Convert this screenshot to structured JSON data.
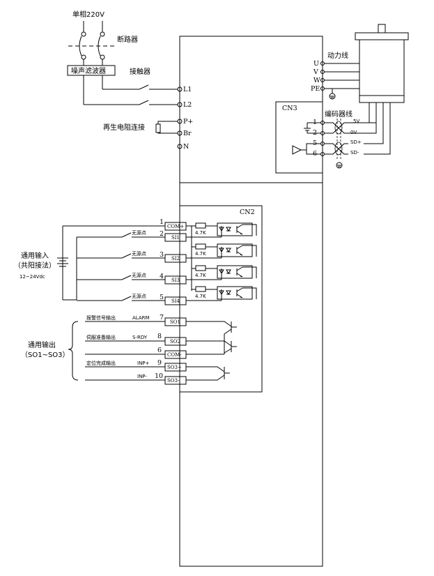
{
  "top": {
    "power_label": "单相220V",
    "breaker_label": "断路器",
    "filter_label": "噪声滤波器",
    "contactor_label": "接触器",
    "regen_label": "再生电阻连接"
  },
  "terminals": [
    "L1",
    "L2",
    "P+",
    "Br",
    "N"
  ],
  "motor": {
    "power_line_label": "动力线",
    "phases": [
      "U",
      "V",
      "W",
      "PE"
    ]
  },
  "cn3": {
    "title": "CN3",
    "encoder_label": "编码器线",
    "pins": [
      "1",
      "2",
      "5",
      "6"
    ],
    "signals": [
      "5V",
      "0V",
      "SD+",
      "SD-"
    ]
  },
  "cn2": {
    "title": "CN2",
    "inputs": [
      {
        "pin": "1",
        "name": "COM+"
      },
      {
        "pin": "2",
        "name": "SI1",
        "contact": "无源点"
      },
      {
        "pin": "3",
        "name": "SI2",
        "contact": "无源点"
      },
      {
        "pin": "4",
        "name": "SI3",
        "contact": "无源点"
      },
      {
        "pin": "5",
        "name": "SI4",
        "contact": "无源点"
      }
    ],
    "resistor": "4.7K",
    "input_group": {
      "line1": "通用输入",
      "line2": "（共阳接法）",
      "line3": "12~24Vdc"
    },
    "outputs": [
      {
        "pin": "7",
        "name": "SO1",
        "desc": "报警信号输出",
        "code": "ALARM"
      },
      {
        "pin": "8",
        "name": "SO2",
        "desc": "伺服准备输出",
        "code": "S-RDY"
      },
      {
        "pin": "6",
        "name": "COM-",
        "desc": "",
        "code": ""
      },
      {
        "pin": "9",
        "name": "SO3+",
        "desc": "定位完成输出",
        "code": "INP+"
      },
      {
        "pin": "10",
        "name": "SO3-",
        "desc": "",
        "code": "INP-"
      }
    ],
    "output_group": {
      "line1": "通用输出",
      "line2": "（SO1~SO3）"
    }
  }
}
